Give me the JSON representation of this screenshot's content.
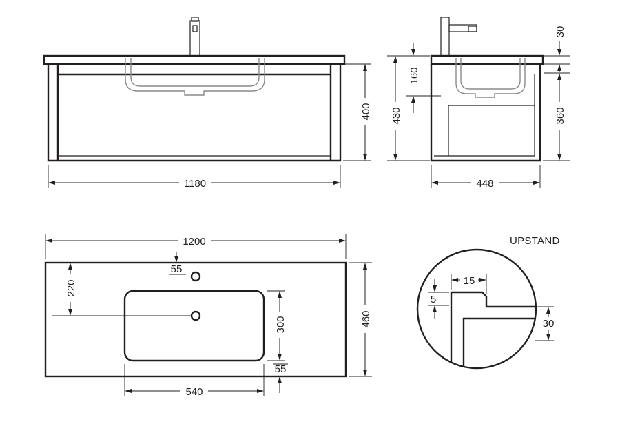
{
  "diagram": {
    "front_view": {
      "width_label": "1180",
      "height_label": "400"
    },
    "side_view": {
      "top_label": "30",
      "bowl_depth_label": "160",
      "total_height_label": "430",
      "drawer_height_label": "360",
      "depth_label": "448"
    },
    "top_view": {
      "width_label": "1200",
      "tap_hole_label": "55",
      "tap_offset_label": "220",
      "bowl_height_label": "300",
      "edge_margin_label": "55",
      "bowl_width_label": "540",
      "depth_label": "460"
    },
    "upstand_detail": {
      "title": "UPSTAND",
      "width_label": "15",
      "step_label": "5",
      "height_label": "30"
    }
  }
}
